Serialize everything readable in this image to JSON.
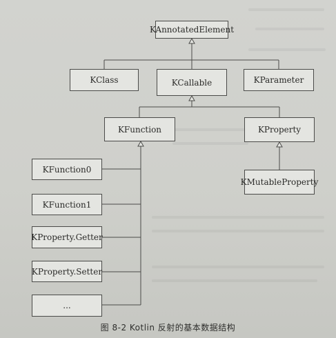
{
  "diagram": {
    "nodes": {
      "kannotated_element": "KAnnotatedElement",
      "kclass": "KClass",
      "kcallable": "KCallable",
      "kparameter": "KParameter",
      "kfunction": "KFunction",
      "kproperty": "KProperty",
      "kmutable_property": "KMutableProperty",
      "kfunction0": "KFunction0",
      "kfunction1": "KFunction1",
      "kproperty_getter": "KProperty.Getter",
      "kproperty_setter": "KProperty.Setter",
      "ellipsis": "..."
    },
    "caption": "图 8-2   Kotlin 反射的基本数据结构"
  },
  "colors": {
    "line": "#4a4a48",
    "box_fill": "#e4e5e1",
    "paper": "#cfd0cc"
  }
}
